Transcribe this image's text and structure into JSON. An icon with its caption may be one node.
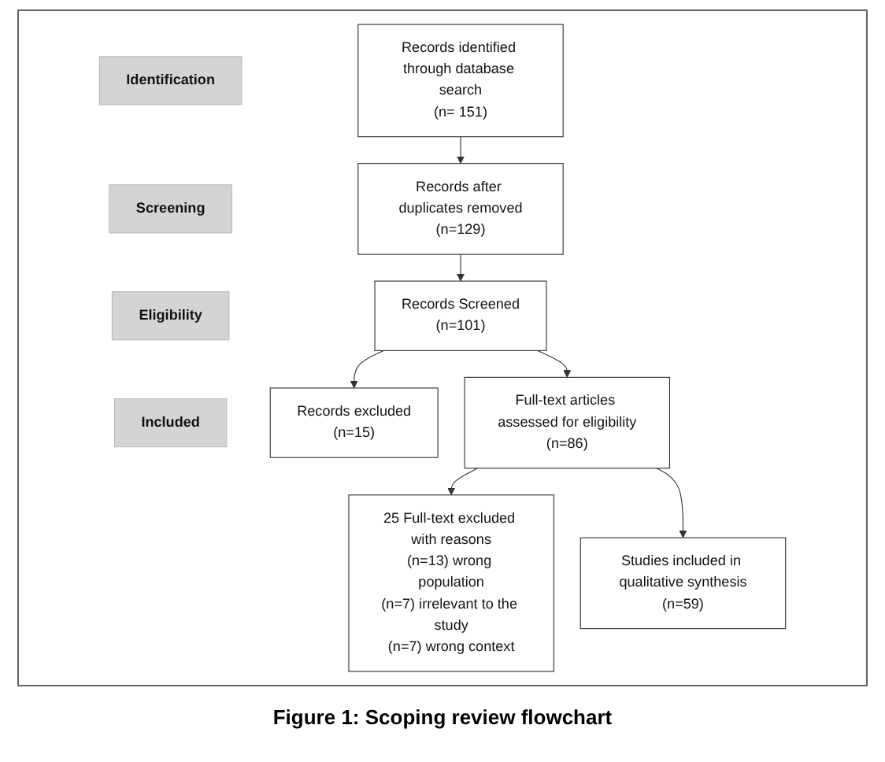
{
  "diagram": {
    "caption": "Figure 1: Scoping review flowchart",
    "nodes": [
      {
        "text": [
          "Identification"
        ]
      },
      {
        "text": [
          "Screening"
        ]
      },
      {
        "text": [
          "Eligibility"
        ]
      },
      {
        "text": [
          "Included"
        ]
      },
      {
        "text": [
          "Records identified through database search",
          "(n= 151)"
        ]
      },
      {
        "text": [
          "Records after duplicates removed",
          "(n=129)"
        ]
      },
      {
        "text": [
          "Records Screened",
          "(n=101)"
        ]
      },
      {
        "text": [
          "Records excluded",
          "(n=15)"
        ]
      },
      {
        "text": [
          "Full-text articles assessed for eligibility",
          "(n=86)"
        ]
      },
      {
        "text": [
          "25 Full-text excluded with reasons",
          "(n=13) wrong population",
          "(n=7) irrelevant to the study",
          "(n=7) wrong context"
        ]
      },
      {
        "text": [
          "Studies included in qualitative synthesis",
          "(n=59)"
        ]
      }
    ],
    "edges": [
      {
        "from": 4,
        "to": 5,
        "arrow": "to"
      },
      {
        "from": 5,
        "to": 6,
        "arrow": "to"
      },
      {
        "from": 6,
        "to": 7,
        "arrow": "to"
      },
      {
        "from": 6,
        "to": 8,
        "arrow": "to"
      },
      {
        "from": 8,
        "to": 9,
        "arrow": "to"
      },
      {
        "from": 8,
        "to": 10,
        "arrow": "to"
      }
    ]
  }
}
